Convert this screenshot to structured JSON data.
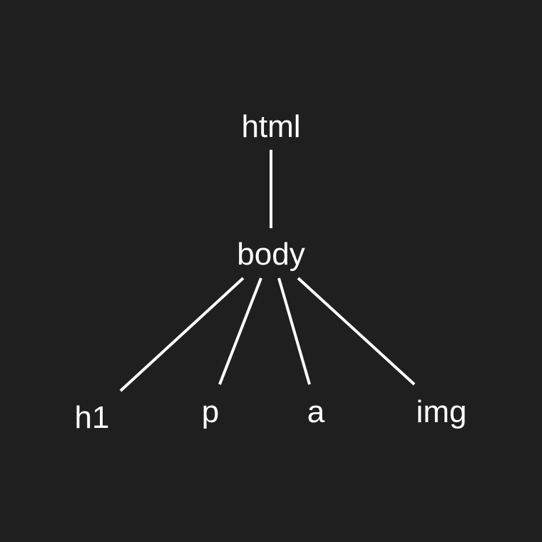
{
  "diagram": {
    "colors": {
      "background": "#1f1f1f",
      "foreground": "#ffffff"
    },
    "nodes": {
      "html": "html",
      "body": "body",
      "h1": "h1",
      "p": "p",
      "a": "a",
      "img": "img"
    },
    "edges": [
      {
        "from": "html",
        "to": "body"
      },
      {
        "from": "body",
        "to": "h1"
      },
      {
        "from": "body",
        "to": "p"
      },
      {
        "from": "body",
        "to": "a"
      },
      {
        "from": "body",
        "to": "img"
      }
    ]
  }
}
